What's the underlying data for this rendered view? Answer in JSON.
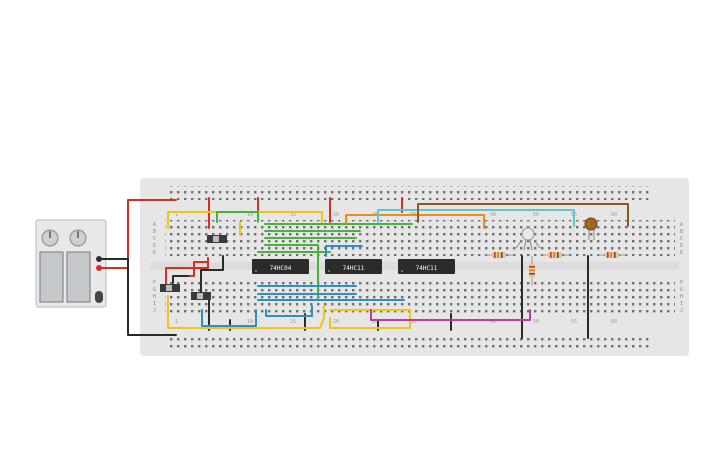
{
  "workspace": {
    "background": "#ffffff"
  },
  "power_supply": {
    "body_color": "#e8e8e8",
    "positive_terminal_color": "#d32f2f",
    "negative_terminal_color": "#333333"
  },
  "breadboard": {
    "body_color": "#e6e6e6",
    "row_letters": [
      "A",
      "B",
      "C",
      "D",
      "E",
      "F",
      "G",
      "H",
      "I",
      "J"
    ],
    "column_numbers": [
      "1",
      "10",
      "15",
      "20",
      "25",
      "30",
      "40",
      "50",
      "55",
      "60"
    ]
  },
  "chips": [
    {
      "label": "74HC04"
    },
    {
      "label": "74HC11"
    },
    {
      "label": "74HC11"
    }
  ],
  "wire_colors": {
    "red": "#e02a1f",
    "black": "#2a2a2a",
    "yellow": "#f2c416",
    "green": "#46b43a",
    "orange": "#f08a1c",
    "cyan": "#5cc6d8",
    "blue": "#2a8fd0",
    "magenta": "#c23a9a",
    "brown": "#8a5a22"
  },
  "components": {
    "resistor_band_colors": [
      "#c0392b",
      "#e67e22",
      "#8b4513"
    ],
    "led_color": "#a0651e"
  }
}
